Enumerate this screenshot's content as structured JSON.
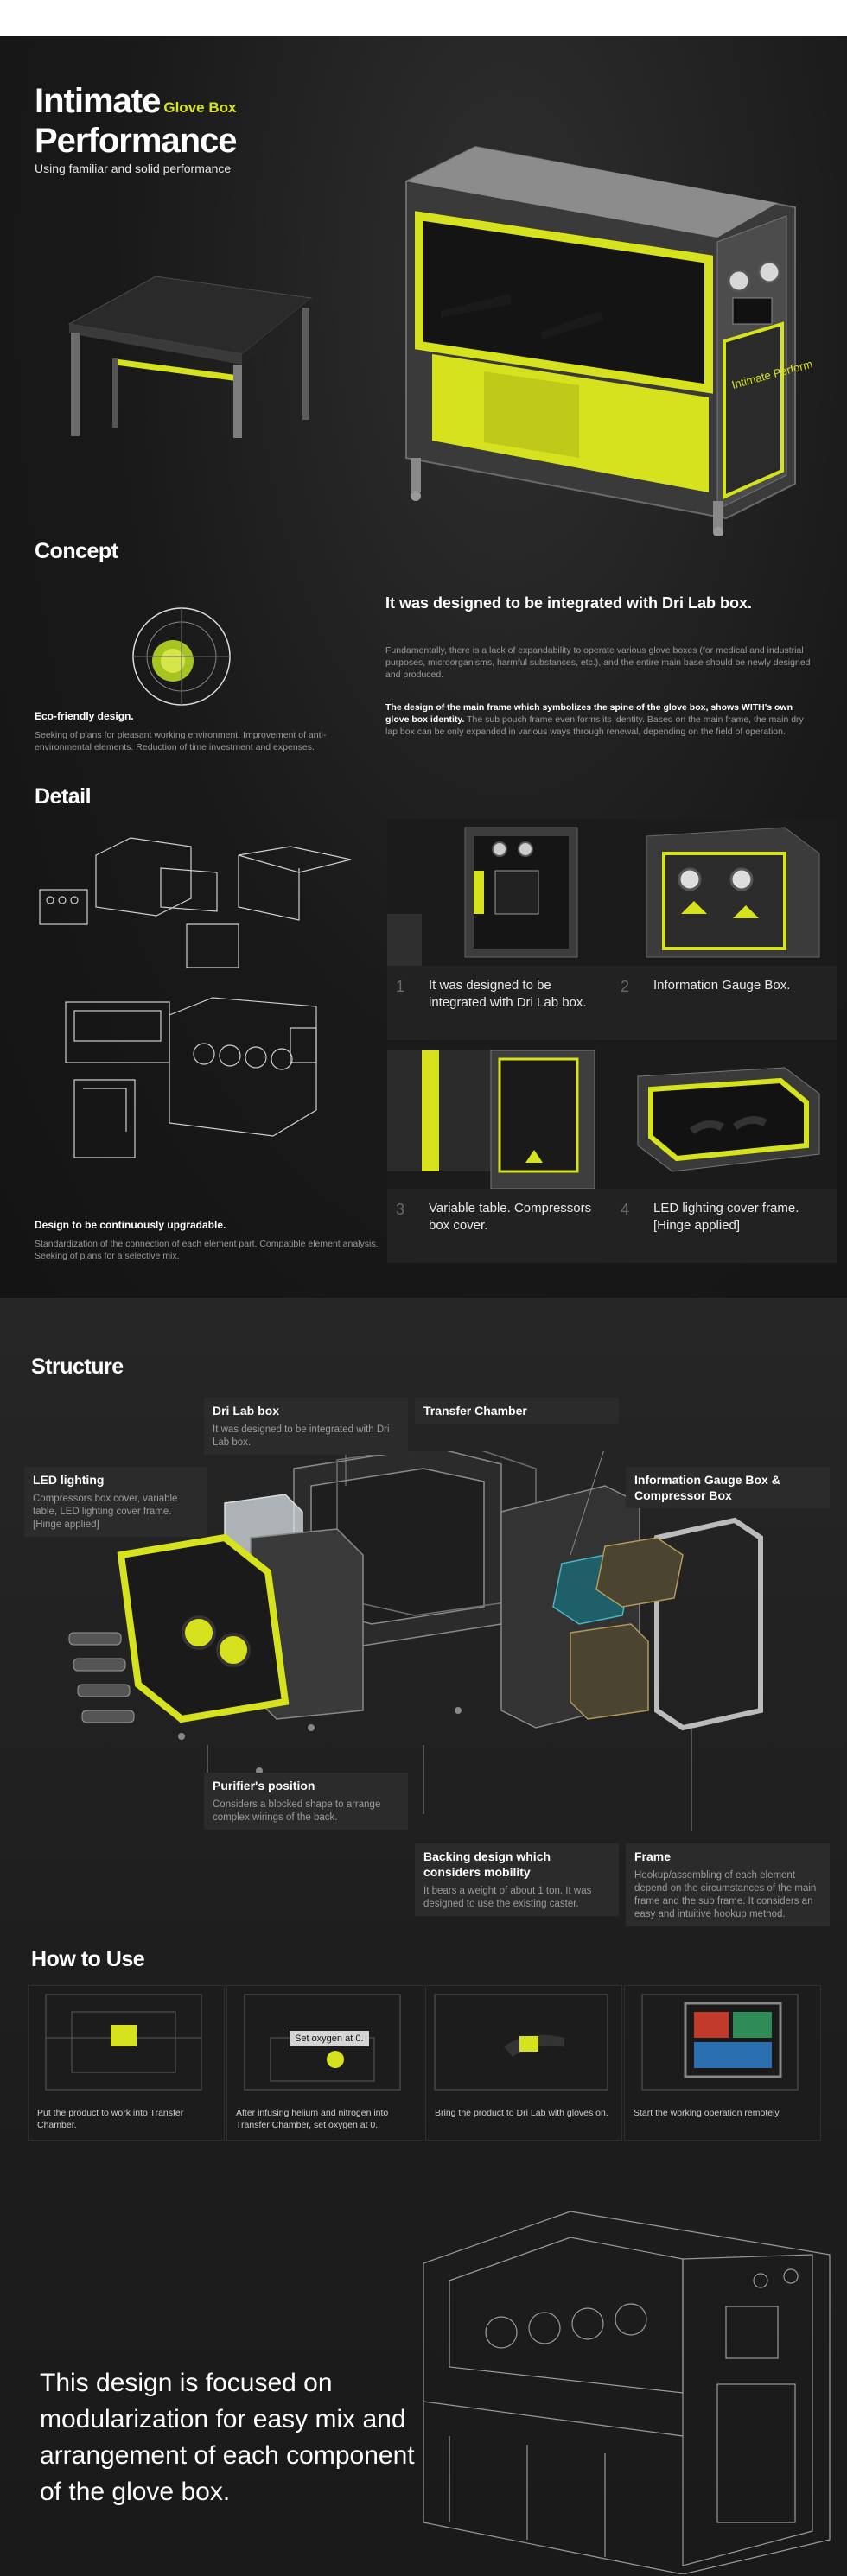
{
  "hero": {
    "title_line1": "Intimate",
    "title_subtitle": "Glove Box",
    "title_line2": "Performance",
    "tagline": "Using familiar and solid performance",
    "product_label": "Intimate Performance"
  },
  "concept": {
    "heading": "Concept",
    "badge_title": "Eco-friendly design.",
    "badge_text": "Seeking of plans for pleasant working environment. Improvement of anti-environmental elements. Reduction of time investment and expenses.",
    "subheading": "It was designed to be integrated with Dri Lab box.",
    "para1": "Fundamentally, there is a lack of expandability to operate various glove boxes (for medical and industrial purposes, microorganisms, harmful substances, etc.), and the entire main base should be newly designed and produced.",
    "para2_bold": "The design of the main frame which symbolizes the spine of the glove box, shows WITH's own glove box identity.",
    "para2_rest": " The sub pouch frame even forms its identity. Based on the main frame, the main dry lap box can be only expanded in various ways through renewal, depending on the field of operation."
  },
  "detail": {
    "heading": "Detail",
    "note_title": "Design to be continuously upgradable.",
    "note_text": "Standardization of the connection of each element part. Compatible element analysis. Seeking of plans for a selective mix.",
    "panels": [
      {
        "num": "1",
        "caption": "It was designed to be integrated with Dri Lab box."
      },
      {
        "num": "2",
        "caption": "Information Gauge Box."
      },
      {
        "num": "3",
        "caption": "Variable table. Compressors box cover."
      },
      {
        "num": "4",
        "caption": "LED lighting cover frame. [Hinge applied]"
      }
    ]
  },
  "structure": {
    "heading": "Structure",
    "labels": [
      {
        "title": "Dri Lab box",
        "text": "It was designed to be integrated with Dri Lab box."
      },
      {
        "title": "Transfer Chamber",
        "text": ""
      },
      {
        "title": "LED lighting",
        "text": "Compressors box cover, variable table, LED lighting cover frame. [Hinge applied]"
      },
      {
        "title": "Information Gauge Box & Compressor Box",
        "text": ""
      },
      {
        "title": "Purifier's position",
        "text": "Considers a blocked shape to arrange complex wirings of the back."
      },
      {
        "title": "Backing design which considers mobility",
        "text": "It bears a weight of about 1 ton. It was designed to use the existing caster."
      },
      {
        "title": "Frame",
        "text": "Hookup/assembling of each element depend on the circumstances of the main frame and the sub frame. It considers an easy and intuitive hookup method."
      }
    ]
  },
  "howto": {
    "heading": "How to Use",
    "callout": "Set oxygen at 0.",
    "steps": [
      "Put the product to work into Transfer Chamber.",
      "After infusing helium and nitrogen into Transfer Chamber, set oxygen at 0.",
      "Bring the product to Dri Lab with gloves on.",
      "Start the working operation remotely."
    ]
  },
  "closing": {
    "statement": "This design is focused on modularization for easy mix and arrangement of each component of the glove box."
  },
  "colors": {
    "accent": "#d5e21d",
    "background": "#1e1e1e",
    "panel": "#2a2a2a"
  },
  "icons": [
    "concept-diagram-icon",
    "gauge-icon",
    "glove-icon"
  ]
}
